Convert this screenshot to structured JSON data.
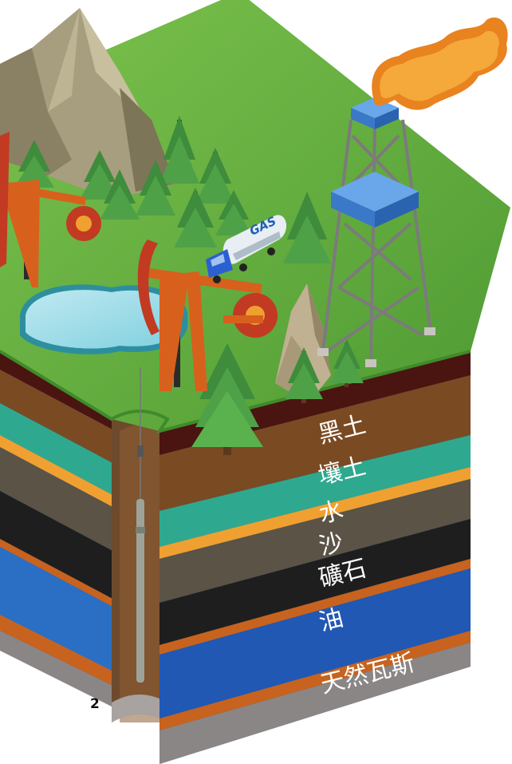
{
  "layers": [
    {
      "label": "黑土",
      "color": "#4a1410"
    },
    {
      "label": "壤土",
      "color": "#7a4a22"
    },
    {
      "label": "水",
      "color": "#2fa890"
    },
    {
      "label": "沙",
      "color": "#f0a030"
    },
    {
      "label": "礦石",
      "color": "#5a5346"
    },
    {
      "label": "油",
      "color": "#1e1e1e"
    },
    {
      "label": "天然瓦斯",
      "color": "#2058b4"
    }
  ],
  "truck": {
    "tank_label": "GAS"
  },
  "page": {
    "number": "2"
  },
  "colors": {
    "grass": "#5fae3e",
    "flame": "#f39a25",
    "derrick": "#4a86d2",
    "pump_jack": "#d8601d"
  }
}
